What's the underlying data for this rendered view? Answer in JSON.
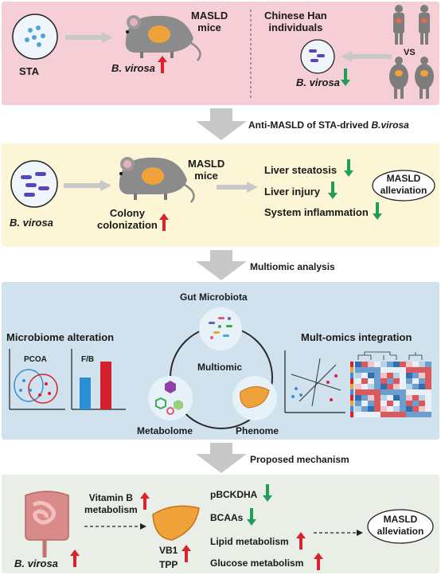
{
  "colors": {
    "panel1": "#f6cfd6",
    "panel2": "#fcf5d6",
    "panel3": "#cfe2ee",
    "panel4": "#e9efe6",
    "up_arrow": "#d8232a",
    "down_arrow": "#1f9e57",
    "transition_arrow": "#c8c8c8"
  },
  "panel1": {
    "sta_label": "STA",
    "mouse_label": "MASLD\nmice",
    "bvirosa_label": "B. virosa",
    "cohort_label": "Chinese Han\nindividuals",
    "cohort_bvirosa_label": "B. virosa",
    "vs_label": "VS"
  },
  "transition1": {
    "prefix": "Anti-MASLD of STA-drived ",
    "italic": "B.virosa"
  },
  "panel2": {
    "bvirosa_label": "B. virosa",
    "mouse_label": "MASLD\nmice",
    "colony_label": "Colony\ncolonization",
    "outcomes": [
      {
        "label": "Liver steatosis",
        "direction": "down"
      },
      {
        "label": "Liver injury",
        "direction": "down"
      },
      {
        "label": "System inflammation",
        "direction": "down"
      }
    ],
    "result_label": "MASLD\nalleviation"
  },
  "transition2": {
    "label": "Multiomic analysis"
  },
  "panel3": {
    "gut_microbiota_label": "Gut Microbiota",
    "multiomic_label": "Multiomic",
    "metabolome_label": "Metabolome",
    "phenome_label": "Phenome",
    "microbiome_title": "Microbiome alteration",
    "pcoa_label": "PCOA",
    "fb_label": "F/B",
    "integration_title": "Mult-omics integration"
  },
  "transition3": {
    "label": "Proposed mechanism"
  },
  "panel4": {
    "vitamin_label": "Vitamin B\nmetabolism",
    "bvirosa_label": "B. virosa",
    "vb1_label": "VB1",
    "tpp_label": "TPP",
    "changes": [
      {
        "label": "pBCKDHA",
        "direction": "down"
      },
      {
        "label": "BCAAs",
        "direction": "down"
      },
      {
        "label": "Lipid metabolism",
        "direction": "up"
      },
      {
        "label": "Glucose metabolism",
        "direction": "up"
      }
    ],
    "result_label": "MASLD\nalleviation"
  }
}
